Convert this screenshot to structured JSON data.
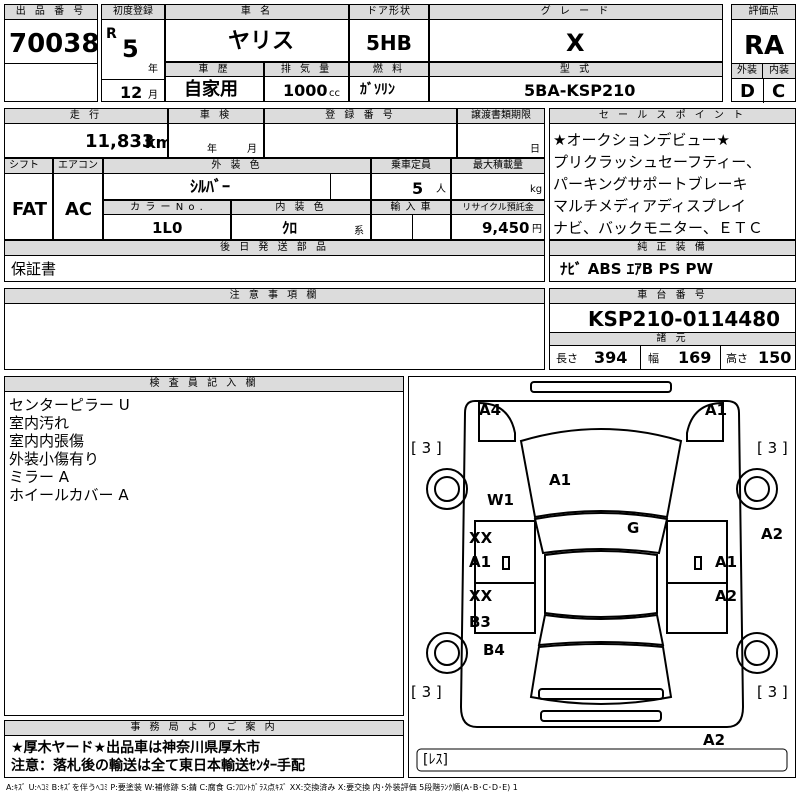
{
  "headers": {
    "lot_no": "出 品 番 号",
    "first_reg": "初度登録",
    "car_name": "車 名",
    "door": "ドア形状",
    "grade": "グ レ ー ド",
    "rating": "評価点",
    "history": "車 歴",
    "displacement": "排 気 量",
    "fuel": "燃 料",
    "model": "型 式",
    "exterior": "外装",
    "interior": "内装",
    "mileage": "走 行",
    "inspection": "車 検",
    "registration_no": "登 録 番 号",
    "transfer_deadline": "譲渡書類期限",
    "sales_points": "セ ー ル ス ポ イ ン ト",
    "shift": "シフト",
    "aircon": "エアコン",
    "ext_color": "外 装 色",
    "capacity": "乗車定員",
    "max_load": "最大積載量",
    "color_no": "カ ラ ー N o .",
    "int_color": "内 装 色",
    "import": "輸 入 車",
    "recycle": "リサイクル預託金",
    "later_parts": "後 日 発 送 部 品",
    "genuine_equipment": "純 正 装 備",
    "notes": "注 意 事 項 欄",
    "chassis_no": "車 台 番 号",
    "specs": "諸 元",
    "inspector": "検 査 員 記 入 欄",
    "office_notice": "事 務 局 よ り ご 案 内"
  },
  "lot_no": "70038",
  "era": "R",
  "year_value": "5",
  "year_unit": "年",
  "month_value": "12",
  "month_unit": "月",
  "car_name": "ヤリス",
  "door_type": "5HB",
  "grade": "X",
  "rating": "RA",
  "history": "自家用",
  "displacement": "1000",
  "displacement_unit": "cc",
  "fuel": "ｶﾞｿﾘﾝ",
  "model": "5BA-KSP210",
  "exterior_grade": "D",
  "interior_grade": "C",
  "mileage": "11,833",
  "mileage_unit": "km",
  "inspection_year_unit": "年",
  "inspection_month_unit": "月",
  "transfer_day_unit": "日",
  "shift": "FAT",
  "aircon": "AC",
  "ext_color": "ｼﾙﾊﾞｰ",
  "capacity": "5",
  "capacity_unit": "人",
  "load_unit": "kg",
  "color_no": "1L0",
  "int_color": "ｸﾛ",
  "int_color_unit": "系",
  "recycle_fee": "9,450",
  "recycle_unit": "円",
  "later_parts": "保証書",
  "sales_points": [
    "★オークションデビュー★",
    "プリクラッシュセーフティー、",
    "パーキングサポートブレーキ",
    "マルチメディアディスプレイ",
    "ナビ、バックモニター、ＥＴＣ"
  ],
  "genuine_equipment": "ﾅﾋﾞ ABS ｴｱB PS PW",
  "chassis_no": "KSP210-0114480",
  "specs": {
    "length_label": "長さ",
    "length": "394",
    "width_label": "幅",
    "width": "169",
    "height_label": "高さ",
    "height": "150"
  },
  "inspector_notes": [
    "センターピラー U",
    "室内汚れ",
    "室内内張傷",
    "外装小傷有り",
    "ミラー A",
    "ホイールカバー A"
  ],
  "office_notice": [
    "★厚木ヤード★出品車は神奈川県厚木市",
    "注意：落札後の輸送は全て東日本輸送ｾﾝﾀｰ手配"
  ],
  "diagram_marks": {
    "a4_front_left": "A4",
    "a1_front_right": "A1",
    "w1": "W1",
    "a1_hood": "A1",
    "g_roof": "G",
    "xx_left_front": "XX",
    "a1_left_front": "A1",
    "a2_right_side": "A2",
    "a1_right_front": "A1",
    "xx_left_rear": "XX",
    "a2_right_rear": "A2",
    "b3_left_rear": "B3",
    "b4_left_rear": "B4",
    "a2_rear": "A2"
  },
  "tire_marks": {
    "front_left": "[ 3 ]",
    "front_right": "[ 3 ]",
    "rear_left": "[ 3 ]",
    "rear_right": "[ 3 ]",
    "spare": "[ﾚｽ]"
  },
  "legend": "A:ｷｽﾞ U:ﾍｺﾐ B:ｷｽﾞを伴うﾍｺﾐ P:要塗装 W:補修跡 S:錆 C:腐食 G:ﾌﾛﾝﾄｶﾞﾗｽ点ｷｽﾞ XX:交換済み X:要交換 内･外装評価 5段階ﾗﾝｸ順(A･B･C･D･E) 1"
}
